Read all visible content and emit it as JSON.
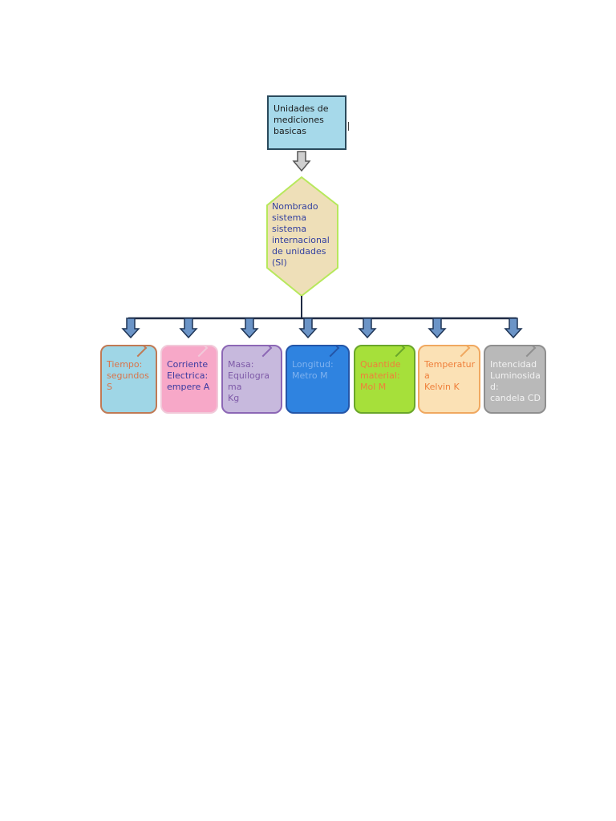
{
  "top_box": {
    "label": "Unidades de\nmediciones\nbasicas"
  },
  "hexagon": {
    "label": "Nombrado\nsistema\nsistema\ninternacional\nde unidades\n(SI)"
  },
  "units": [
    {
      "label": "Tiempo:\nsegundos S",
      "bg": "#9fd6e6",
      "border": "#c07a55",
      "color": "#d9744a"
    },
    {
      "label": "Corriente\nElectrica:\nempere  A",
      "bg": "#f7a8c8",
      "border": "#f1c9d9",
      "color": "#3a3aa0"
    },
    {
      "label": "Masa:\nEquilograma\nKg",
      "bg": "#c7b9dd",
      "border": "#8c67b5",
      "color": "#7e5aa8"
    },
    {
      "label": "Longitud:\nMetro M",
      "bg": "#2f83e0",
      "border": "#2456a8",
      "color": "#7fb2ef"
    },
    {
      "label": "Quantide\nmaterial:\nMol M",
      "bg": "#a6e03a",
      "border": "#6aa62a",
      "color": "#ef7f3a"
    },
    {
      "label": "Temperatura\nKelvin K",
      "bg": "#fbe1b5",
      "border": "#f0a860",
      "color": "#ef7f3a"
    },
    {
      "label": "Intencidad\nLuminosida\nd:\ncandela CD",
      "bg": "#b9b9b9",
      "border": "#8f8f8f",
      "color": "#f2f2f2"
    }
  ],
  "colors": {
    "arrow_fill": "#6b94c7",
    "arrow_stroke": "#1f3556",
    "down_arrow_fill": "#cfcfcf",
    "down_arrow_stroke": "#555555",
    "hexagon_fill": "#eedfb8",
    "hexagon_border": "#b7e85c",
    "connector": "#1f2a44"
  }
}
